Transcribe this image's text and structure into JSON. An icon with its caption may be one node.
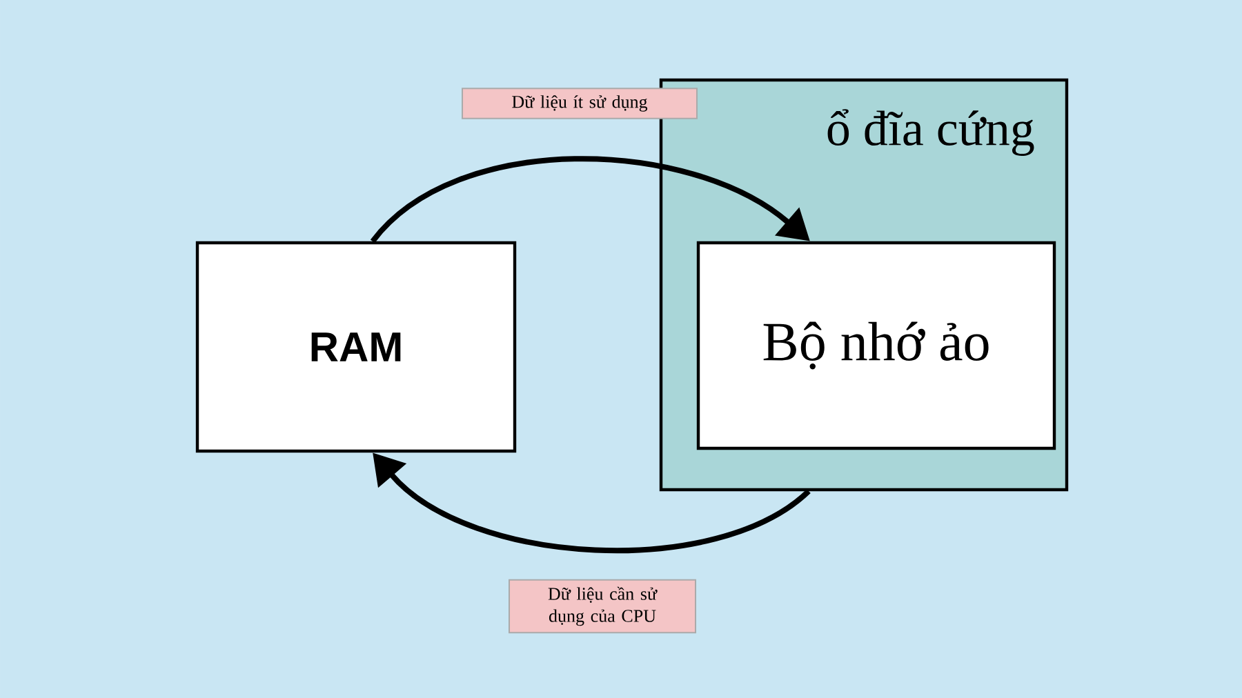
{
  "diagram": {
    "nodes": [
      {
        "text": [
          "RAM"
        ]
      },
      {
        "text": [
          "ổ đĩa cứng"
        ]
      },
      {
        "text": [
          "Bộ nhớ ảo"
        ],
        "in": 1
      }
    ],
    "edges": [
      {
        "from": 0,
        "to": 2,
        "arrow": "to",
        "label": "Dữ liệu ít sử dụng"
      },
      {
        "from": 1,
        "to": 0,
        "arrow": "to",
        "label": "Dữ liệu cần sử dụng của CPU"
      }
    ]
  }
}
